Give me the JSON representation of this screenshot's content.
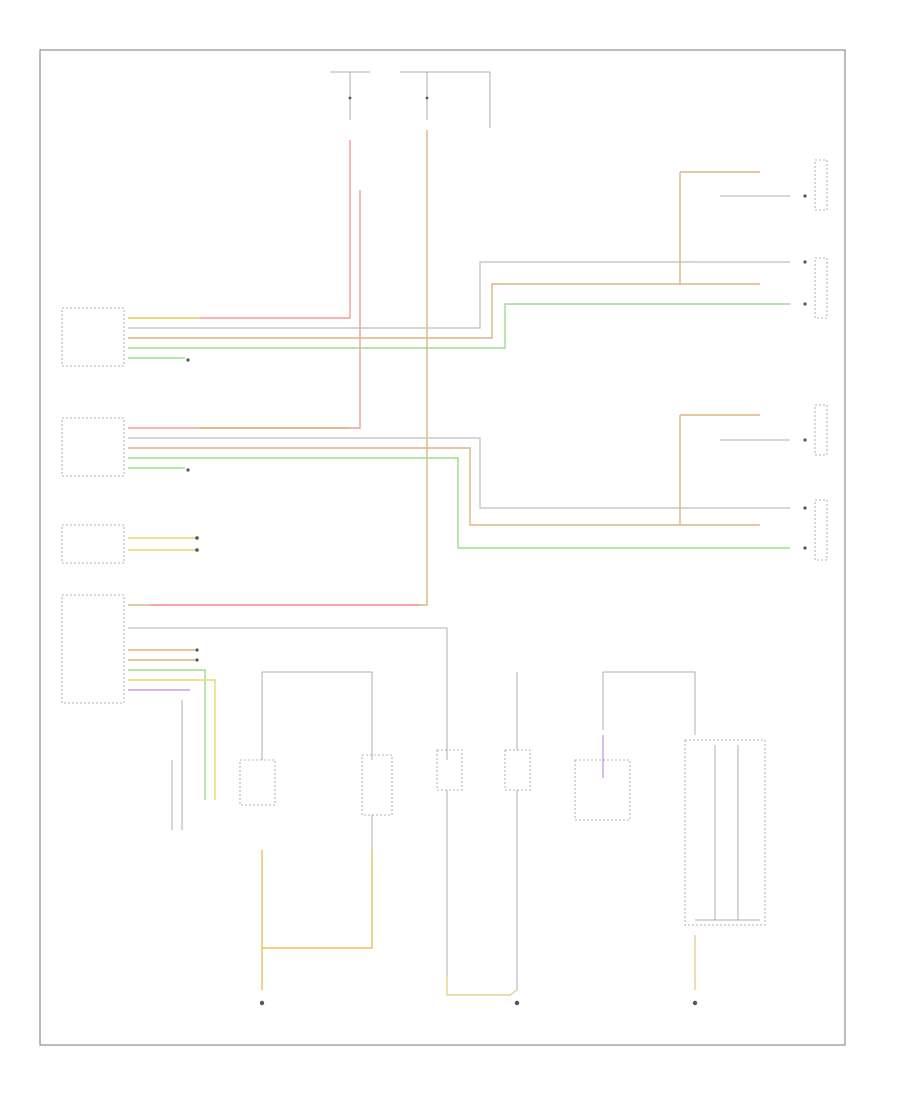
{
  "page": {
    "footer_code": ""
  },
  "colors": {
    "red": "#f59a9a",
    "orange": "#e8b070",
    "yellow": "#e9d96a",
    "green": "#9ade8a",
    "gray": "#c8c8c8",
    "tan": "#d8b880",
    "purple": "#c9a0e0",
    "black": "#777777"
  },
  "components": [
    {
      "id": "left-rear-module",
      "label": ""
    },
    {
      "id": "right-rear-module",
      "label": ""
    },
    {
      "id": "instrument-cluster",
      "label": ""
    },
    {
      "id": "convenience-module",
      "label": ""
    },
    {
      "id": "left-rear-door-switch",
      "label": ""
    },
    {
      "id": "left-rear-window-motor",
      "label": ""
    },
    {
      "id": "right-rear-door-switch",
      "label": ""
    },
    {
      "id": "right-rear-window-motor",
      "label": ""
    },
    {
      "id": "driver-switch",
      "label": ""
    },
    {
      "id": "light-switch",
      "label": ""
    },
    {
      "id": "lamp-switch",
      "label": ""
    },
    {
      "id": "passenger-switch",
      "label": ""
    },
    {
      "id": "keypad-switch",
      "label": ""
    },
    {
      "id": "fuse-panel",
      "label": ""
    }
  ]
}
